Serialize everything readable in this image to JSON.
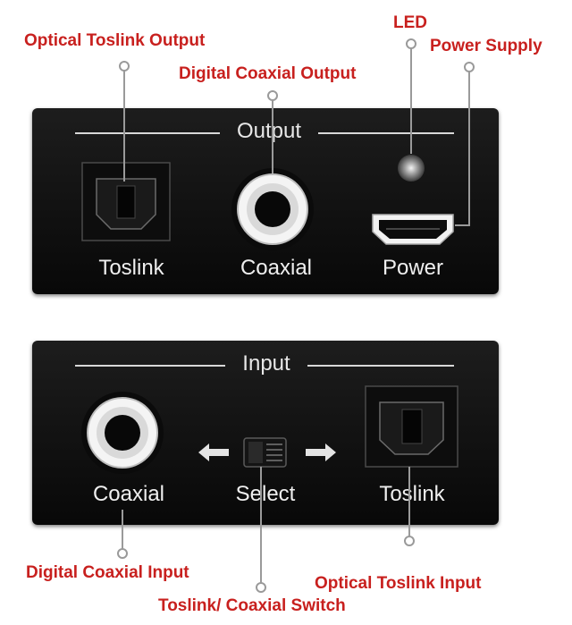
{
  "callouts": {
    "optical_out": "Optical Toslink Output",
    "coax_out": "Digital Coaxial Output",
    "led": "LED",
    "power_supply": "Power Supply",
    "coax_in": "Digital Coaxial Input",
    "optical_in": "Optical Toslink Input",
    "switch": "Toslink/ Coaxial Switch"
  },
  "output_panel": {
    "title": "Output",
    "ports": [
      "Toslink",
      "Coaxial",
      "Power"
    ]
  },
  "input_panel": {
    "title": "Input",
    "ports": [
      "Coaxial",
      "Select",
      "Toslink"
    ]
  },
  "colors": {
    "callout_text": "#c8201e",
    "leader_line": "#9a9a9a",
    "panel": "#111111"
  }
}
